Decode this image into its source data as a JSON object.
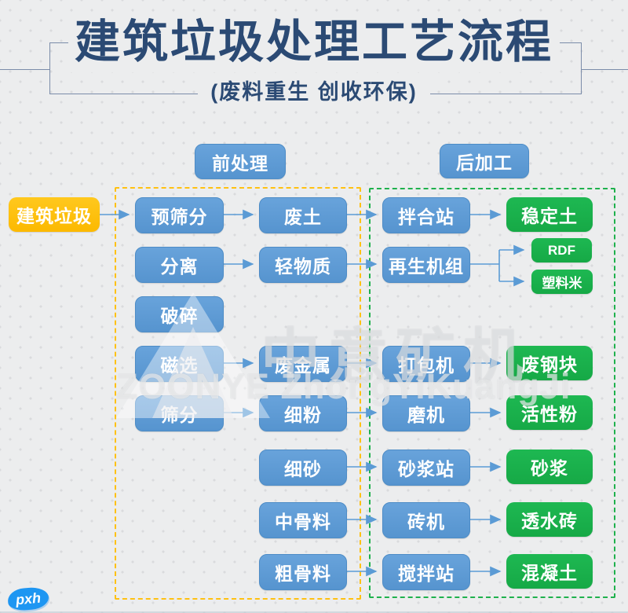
{
  "title": "建筑垃圾处理工艺流程",
  "subtitle": "(废料重生 创收环保)",
  "section_headers": {
    "pre": "前处理",
    "post": "后加工"
  },
  "nodes": {
    "source": "建筑垃圾",
    "pre_screening": "预筛分",
    "waste_soil": "废土",
    "mixing_station": "拌合站",
    "stabilized_soil": "稳定土",
    "separation": "分离",
    "light_material": "轻物质",
    "regeneration_unit": "再生机组",
    "rdf": "RDF",
    "plastic_pellets": "塑料米",
    "crushing": "破碎",
    "magnetic_separation": "磁选",
    "scrap_metal": "废金属",
    "baler": "打包机",
    "scrap_steel_block": "废钢块",
    "screening": "筛分",
    "fine_powder": "细粉",
    "grinding_mill": "磨机",
    "active_powder": "活性粉",
    "fine_sand": "细砂",
    "mortar_station": "砂浆站",
    "mortar": "砂浆",
    "medium_aggregate": "中骨料",
    "brick_machine": "砖机",
    "permeable_brick": "透水砖",
    "coarse_aggregate": "粗骨料",
    "mixing_plant": "搅拌站",
    "concrete": "混凝土"
  },
  "edges": [
    "建筑垃圾→预筛分",
    "预筛分→废土",
    "废土→拌合站",
    "拌合站→稳定土",
    "分离→轻物质",
    "轻物质→再生机组",
    "再生机组→RDF",
    "再生机组→塑料米",
    "磁选→废金属",
    "废金属→打包机",
    "打包机→废钢块",
    "筛分→细粉",
    "细粉→磨机",
    "磨机→活性粉",
    "细砂→砂浆站",
    "砂浆站→砂浆",
    "中骨料→砖机",
    "砖机→透水砖",
    "粗骨料→搅拌站",
    "搅拌站→混凝土"
  ],
  "watermark": {
    "cn": "中意矿机",
    "en": "ZOONYE ZhongYiKuangJi"
  },
  "sticker": "pxh",
  "colors": {
    "title": "#2b4a74",
    "process_blue": "#5b9bd5",
    "output_green": "#1bb24d",
    "source_yellow": "#fec110",
    "group_pre_dash": "#ffc112",
    "group_post_dash": "#1fb14d",
    "arrow": "#5b9bd5"
  }
}
